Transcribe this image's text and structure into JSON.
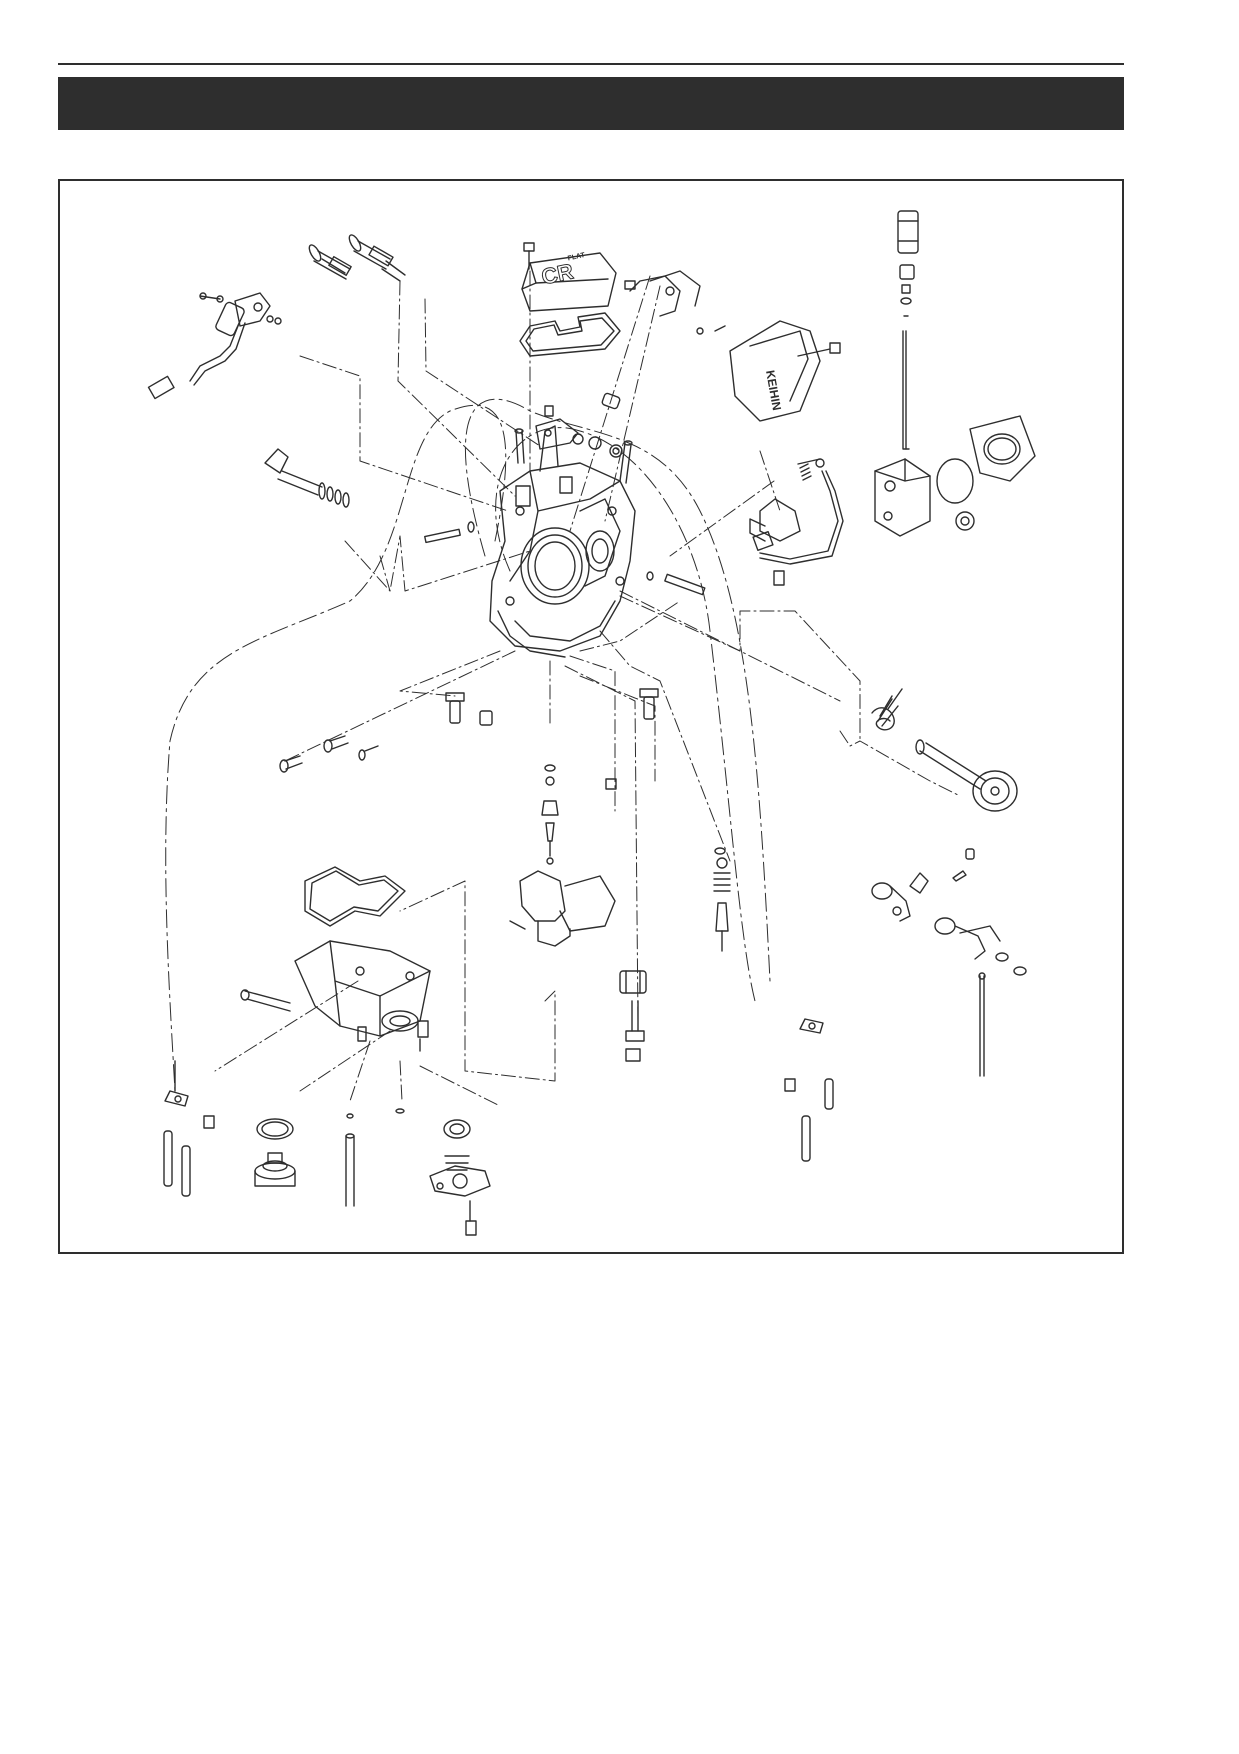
{
  "header": {
    "title": ""
  },
  "diagram": {
    "logo_text": "CR",
    "logo_subtext": "FLAT",
    "brand_text": "KEIHIN"
  },
  "colors": {
    "ink": "#2e2e2e",
    "paper": "#ffffff"
  }
}
